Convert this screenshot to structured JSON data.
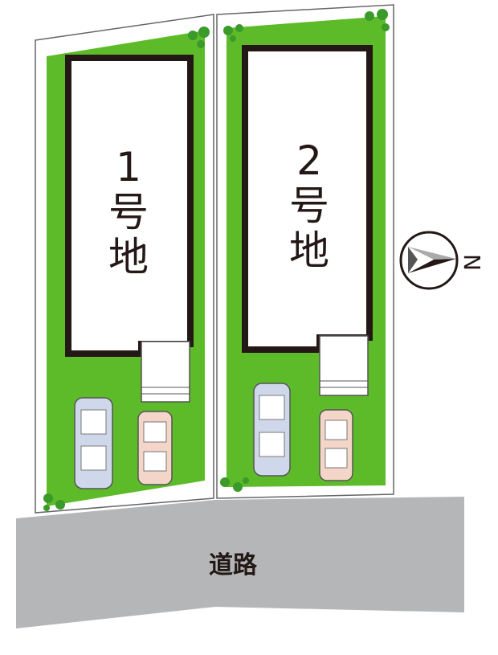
{
  "lots": [
    {
      "number": "1",
      "suffix1": "号",
      "suffix2": "地"
    },
    {
      "number": "2",
      "suffix1": "号",
      "suffix2": "地"
    }
  ],
  "road": {
    "label": "道路"
  },
  "compass": {
    "direction_label": "N",
    "icon": "north-arrow-icon"
  },
  "colors": {
    "lawn": "#5dbb2a",
    "road": "#b4b6b8",
    "house_outline": "#231815",
    "car_blue": "#cfd8ea",
    "car_pink": "#f3d6c8",
    "tree": "#3a9a2a"
  }
}
